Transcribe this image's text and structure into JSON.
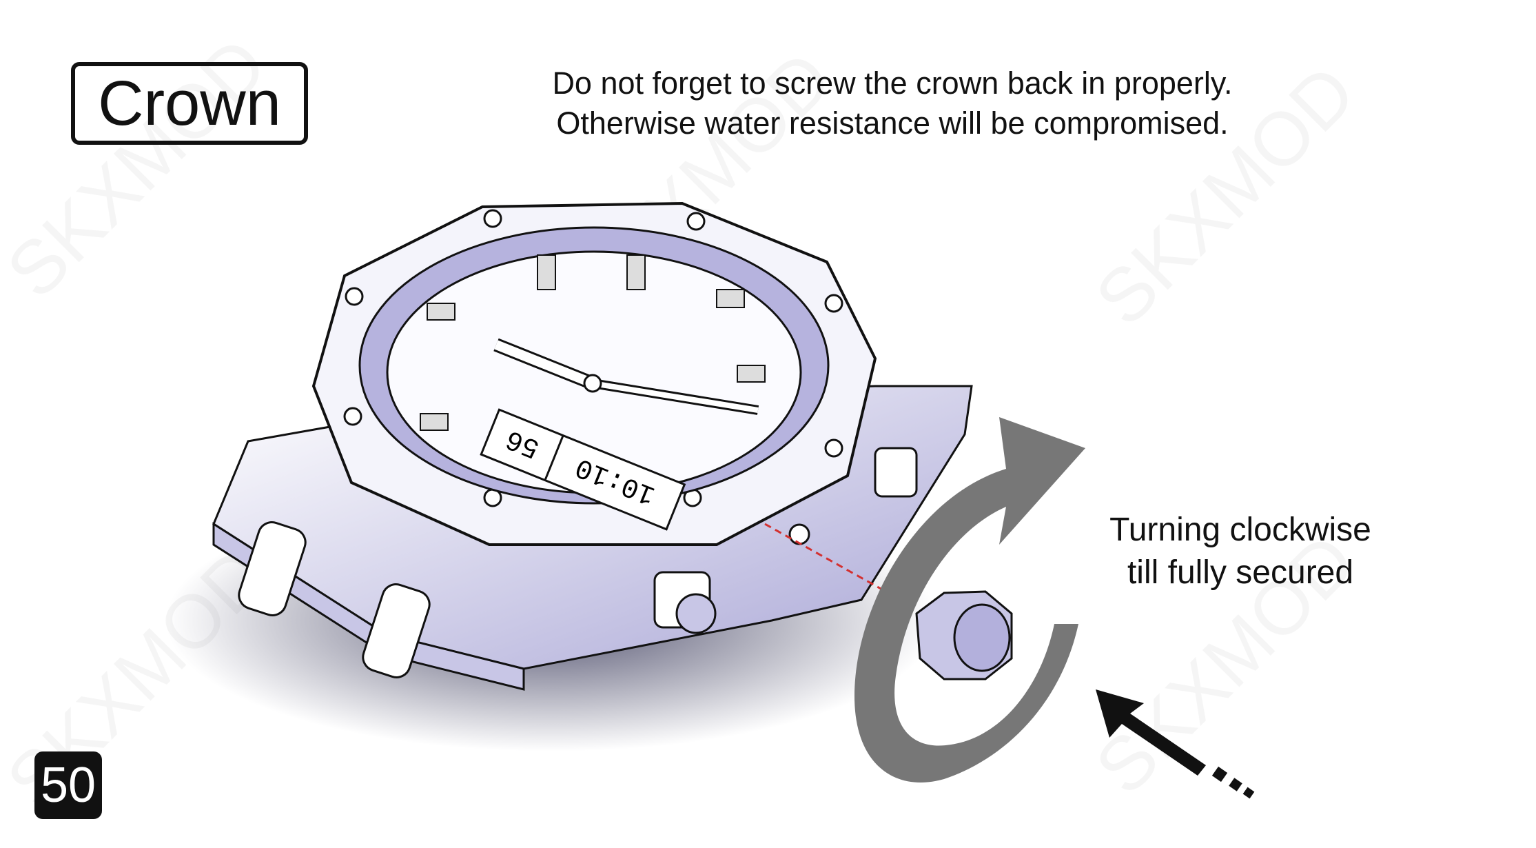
{
  "heading": "Crown",
  "instructions": {
    "line1": "Do not forget to screw the crown back in properly.",
    "line2": "Otherwise water resistance will be compromised."
  },
  "callout": {
    "line1": "Turning clockwise",
    "line2": "till fully secured"
  },
  "watch_display": {
    "time": "10:10",
    "seconds": "56"
  },
  "page_number": "50",
  "watermark": "SKXMOD",
  "colors": {
    "ink": "#111111",
    "steel": "#9a98c8",
    "arrow": "#7a7a7a",
    "guide_line": "#d33030"
  }
}
